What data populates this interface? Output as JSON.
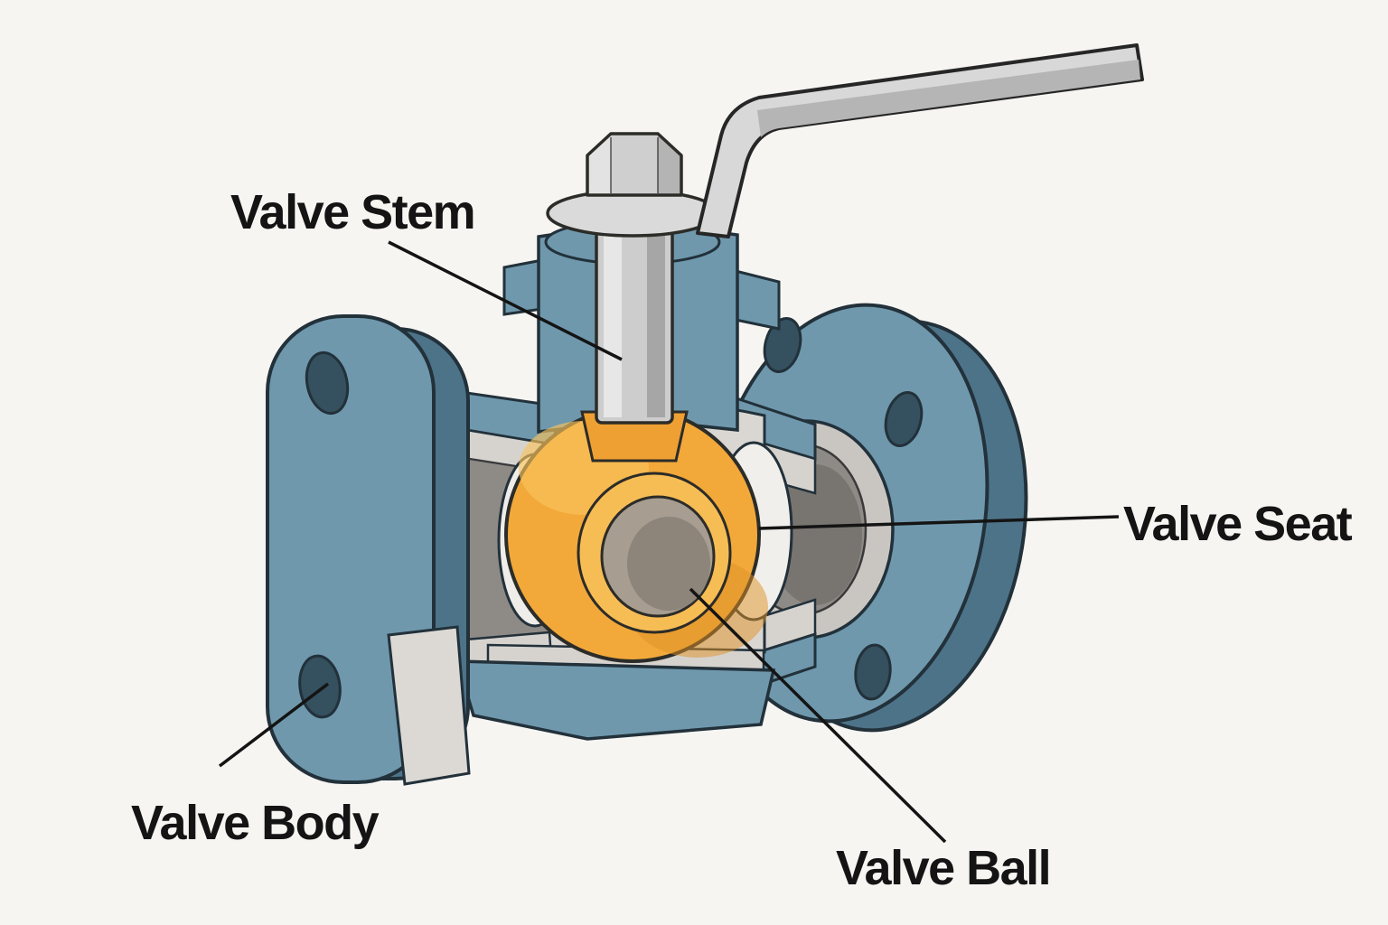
{
  "labels": {
    "stem": {
      "text": "Valve Stem"
    },
    "seat": {
      "text": "Valve Seat"
    },
    "body": {
      "text": "Valve Body"
    },
    "ball": {
      "text": "Valve Ball"
    }
  },
  "palette": {
    "background": "#f7f5f2",
    "body_blue": "#6f98ad",
    "body_blue_dark": "#4d7389",
    "bolt_hole_blue": "#35505f",
    "ball_yellow": "#f2a93a",
    "ball_yellow_light": "#f8c35c",
    "ball_yellow_dark": "#dd9225",
    "cut_surface_gray": "#d8d5d1",
    "bore_gray": "#8e8a86",
    "metal_gray": "#d6d6d6",
    "seat_white": "#f1efeb",
    "outline_dark": "#22313a",
    "label_text": "#141414"
  }
}
